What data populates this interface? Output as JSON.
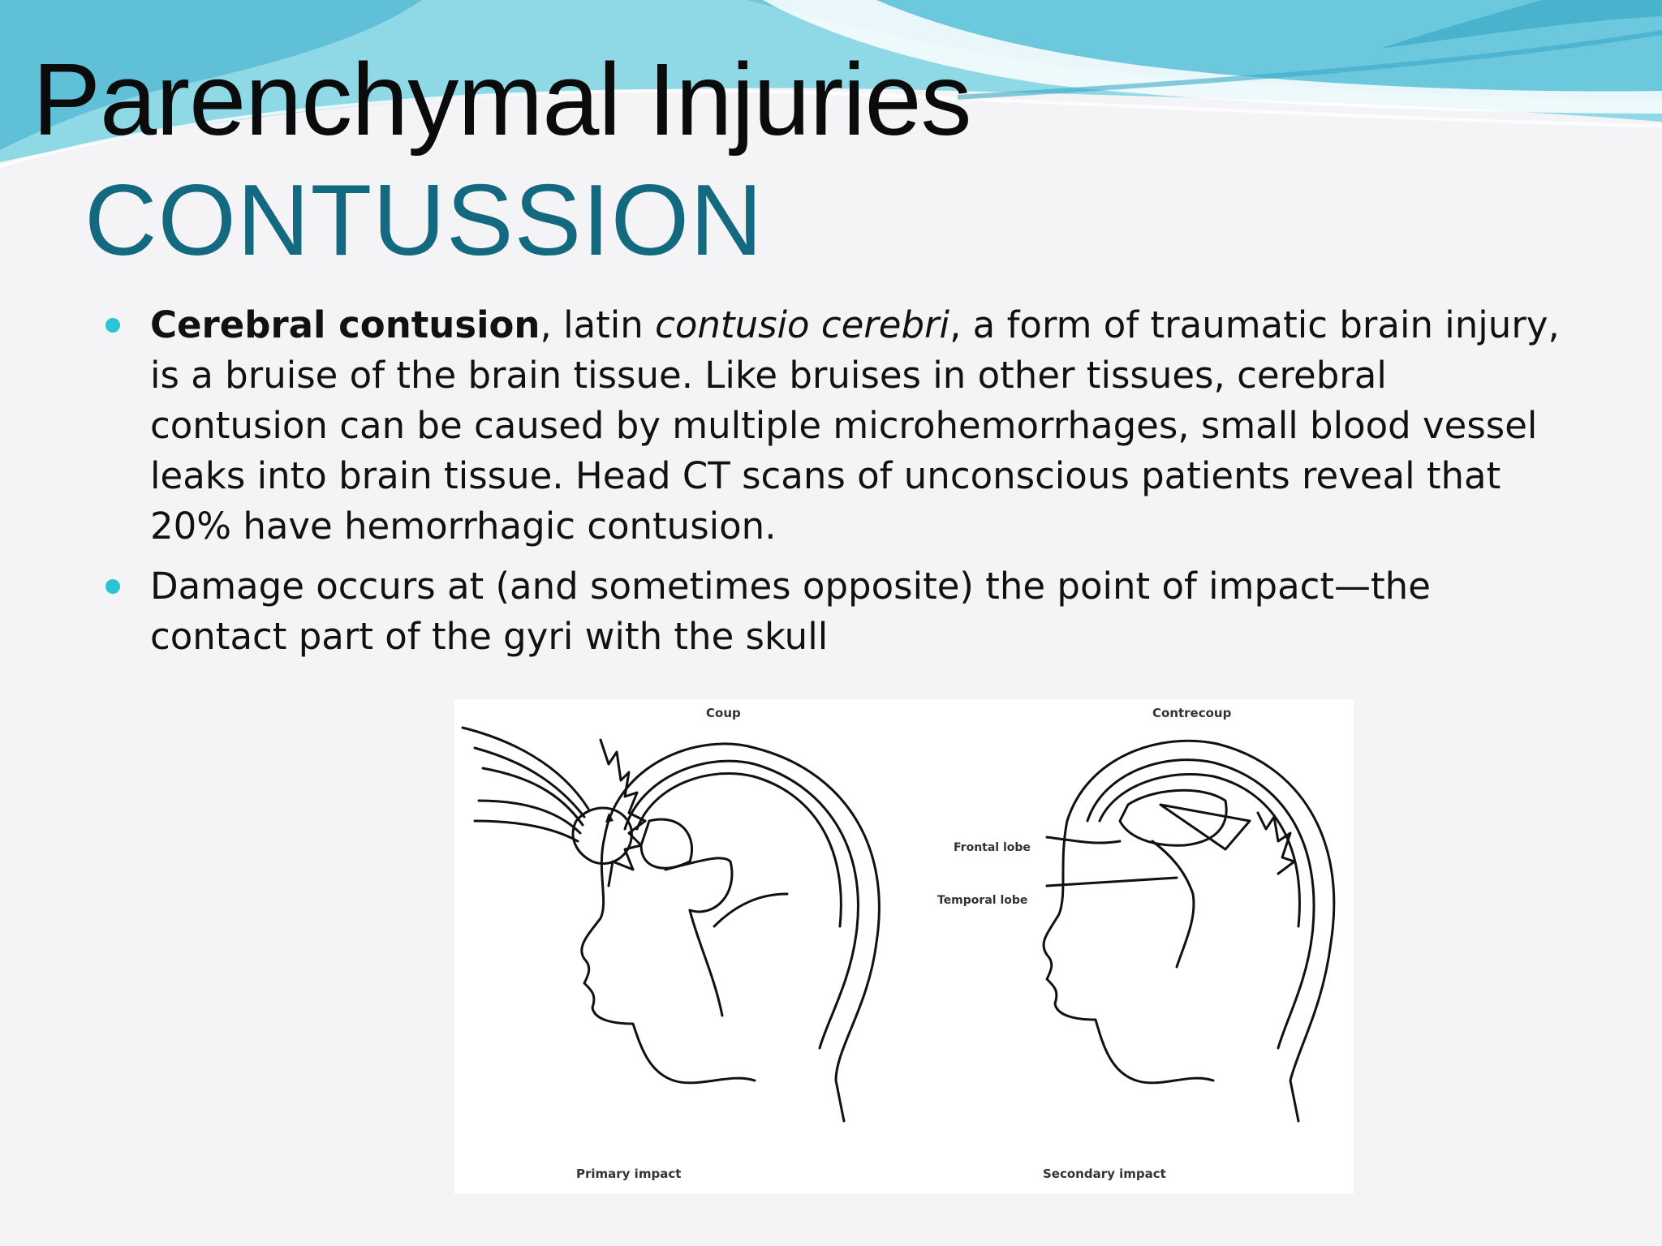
{
  "slide": {
    "title": "Parenchymal Injuries",
    "subtitle": "CONTUSSION",
    "bullet1": {
      "term": "Cerebral contusion",
      "sep1": ", latin ",
      "latin": "contusio cerebri",
      "rest": ", a form of traumatic brain injury, is a bruise of the brain tissue. Like bruises in other tissues, cerebral contusion can be caused by multiple microhemorrhages, small blood vessel leaks into brain tissue. Head CT scans of unconscious patients reveal that 20% have hemorrhagic contusion."
    },
    "bullet2": "Damage occurs at (and sometimes opposite) the point of impact—the contact part of the gyri with the skull"
  },
  "figure": {
    "labels": {
      "coup": "Coup",
      "contrecoup": "Contrecoup",
      "frontal_lobe": "Frontal lobe",
      "temporal_lobe": "Temporal lobe",
      "primary_impact": "Primary impact",
      "secondary_impact": "Secondary impact"
    }
  },
  "colors": {
    "title": "#0b0b0b",
    "subtitle": "#136a80",
    "bullet": "#2cc3d6",
    "wave_light": "#a9e4ee",
    "wave_dark": "#4fb9d2"
  }
}
